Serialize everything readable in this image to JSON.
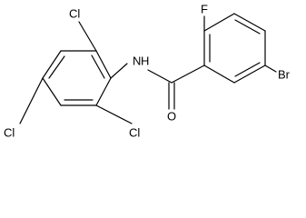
{
  "molecule": {
    "atoms": {
      "f": "F",
      "n": "N",
      "h": "H",
      "o": "O",
      "br": "Br",
      "cl_ortho_top": "Cl",
      "cl_ortho_bottom": "Cl",
      "cl_para": "Cl"
    }
  },
  "colors": {
    "line": "#000000",
    "background": "#ffffff"
  }
}
